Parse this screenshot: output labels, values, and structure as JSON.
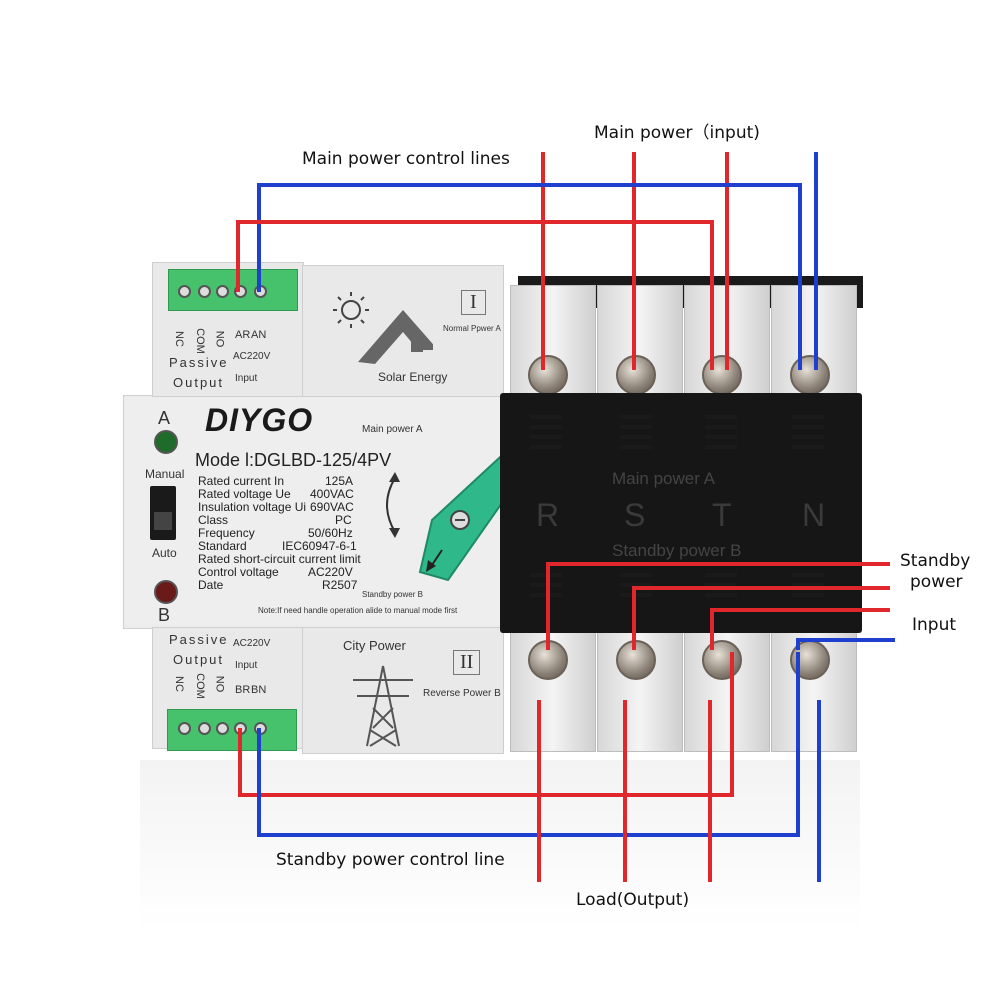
{
  "callouts": {
    "main_power_input": "Main power（input)",
    "main_power_control_lines": "Main power control lines",
    "standby_power_line1": "Standby",
    "standby_power_line2": "power",
    "input": "Input",
    "standby_power_control_line": "Standby power control line",
    "load_output": "Load(Output)"
  },
  "device": {
    "brand": "DIYGO",
    "model": "Mode l:DGLBD-125/4PV",
    "indicator_a": "A",
    "indicator_b": "B",
    "manual": "Manual",
    "auto": "Auto",
    "main_power_a": "Main power A",
    "standby_power_b": "Standby power B",
    "note": "Note:If need handle operation alide to manual mode first",
    "specs": [
      {
        "label": "Rated current In",
        "value": "125A"
      },
      {
        "label": "Rated voltage Ue",
        "value": "400VAC"
      },
      {
        "label": "Insulation voltage Ui",
        "value": "690VAC"
      },
      {
        "label": "Class",
        "value": "PC"
      },
      {
        "label": "Frequency",
        "value": "50/60Hz"
      },
      {
        "label": "Standard",
        "value": "IEC60947-6-1"
      },
      {
        "label": "Rated short-circuit current limit",
        "value": ""
      },
      {
        "label": "Control voltage",
        "value": "AC220V"
      },
      {
        "label": "Date",
        "value": "R2507"
      }
    ],
    "top_module": {
      "nc": "NC",
      "com": "COM",
      "no": "NO",
      "ar": "AR",
      "an": "AN",
      "passive": "Passive",
      "output": "Output",
      "ac220v": "AC220V",
      "input": "Input",
      "roman": "I",
      "normal_power": "Normal Ppwer A",
      "solar": "Solar Energy"
    },
    "bottom_module": {
      "nc": "NC",
      "com": "COM",
      "no": "NO",
      "br": "BR",
      "bn": "BN",
      "passive": "Passive",
      "output": "Output",
      "ac220v": "AC220V",
      "input": "Input",
      "roman": "II",
      "reverse_power": "Reverse Power B",
      "city": "City Power"
    },
    "cover": {
      "main_power": "Main power  A",
      "standby_power": "Standby power B",
      "phases": [
        "R",
        "S",
        "T",
        "N"
      ]
    }
  },
  "colors": {
    "red_wire": "#e0282c",
    "blue_wire": "#1f3fcf",
    "terminal_green": "#45c26b",
    "handle_green": "#2fb98a"
  }
}
